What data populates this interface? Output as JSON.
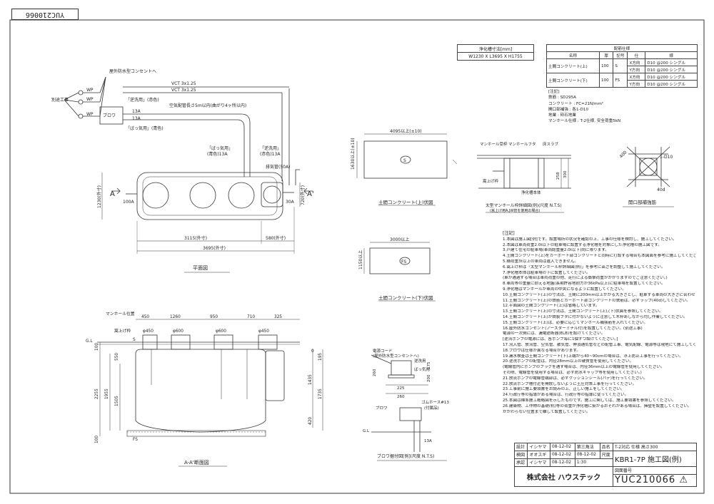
{
  "drawing_code": "YUC210066",
  "dimension_table": {
    "header": "浄化槽寸法[mm]",
    "value": "W1230 X L3695 X H1755"
  },
  "spec_table": {
    "title": "配筋仕様",
    "headers": [
      "名称",
      "厚",
      "記号",
      "仕",
      "様"
    ],
    "rows": [
      {
        "name": "土間コンクリート(上)",
        "thickness": "100",
        "mark": "S",
        "x": "X方向",
        "xv": "D10 @200 シングル",
        "y": "Y方向",
        "yv": "D10 @200 シングル"
      },
      {
        "name": "土間コンクリート(下)",
        "thickness": "100",
        "mark": "FS",
        "x": "X方向",
        "xv": "D10 @200 シングル",
        "y": "Y方向",
        "yv": "D10 @200 シングル"
      }
    ],
    "notes_title": "[注記]",
    "notes": [
      "鉄筋 : SD295A",
      "コンクリート : FC=21N/mm²",
      "開口部補強 : 各1-D10",
      "地業 : 砕石地業",
      "マンホール仕様 : T-2仕様, 安全荷重5kN"
    ]
  },
  "plan_view": {
    "title": "平面図",
    "labels": {
      "outdoor_outlet": "屋外防水型コンセントへ",
      "power_work": "別途工事",
      "wp1": "WP",
      "wp2": "WP",
      "wp3": "WP",
      "vct1": "VCT 3x1.25",
      "vct2": "VCT 3x1.25",
      "blower": "ブロワ",
      "return_pipe": "「逆洗用」(赤色)",
      "aeration_pipe": "「ばっ気用」(青色)",
      "air_pipe_note": "空気配管長さ5m以内(曲がり4ヶ所以内)",
      "a13_1": "13A",
      "a13_2": "13A",
      "aeration_tag": "「ばっ気用」",
      "aeration_tag2": "(青色)13A",
      "return_tag": "「逆洗用」",
      "return_tag2": "(赤色)13A",
      "vent": "排気管(50A)",
      "inlet": "100A",
      "outlet": "30A",
      "section_a": "A",
      "section_a2": "A'",
      "dim_1230": "1230(外寸)",
      "dim_720": "720(外寸)",
      "dim_3115": "3115(外寸)",
      "dim_580": "580(外寸)",
      "dim_3695": "3695(外寸)"
    }
  },
  "top_slab": {
    "title": "土間コンクリート(上)伏図",
    "width_label": "4095以上(±10)",
    "height_label": "1630以上(±10)",
    "mark": "S"
  },
  "bottom_slab": {
    "title": "土間コンクリート(下)伏図",
    "width_label": "3000以上",
    "height_label": "1150以上",
    "mark": "FS"
  },
  "manhole_detail": {
    "title": "太型マンホール枠詳細図(例)(尺度 N.T.S)",
    "subtitle": "(嵩上げ用A,JW管を使用の場合)",
    "labels": {
      "frame": "マンホール受枠",
      "cover": "マンホールフタ",
      "slope": "床スラブ",
      "raise": "嵩上げ枠",
      "water": "浄化槽本体"
    },
    "dim_258": "258",
    "dim_300": "300"
  },
  "opening_detail": {
    "title": "開口部補強筋",
    "d10": "1-D10",
    "len": "400",
    "cover": "40d"
  },
  "section_view": {
    "title": "A-A'断面図",
    "labels": {
      "manhole_pos": "マンホール位置",
      "raise_frame": "嵩上げ枠",
      "gl": "G.L",
      "fs": "FS",
      "d450a": "φ450",
      "d600a": "φ600",
      "d600b": "φ600",
      "d450b": "φ450",
      "s": "S",
      "w450": "450",
      "w1260": "1260",
      "w950": "950",
      "w710": "710",
      "w325": "325",
      "h2255": "2255",
      "h1955": "1955",
      "h1505": "1505",
      "h550": "550",
      "h100a": "100",
      "h100b": "100",
      "h1435": "1435",
      "h1735": "1735",
      "h420": "420",
      "h195": "195",
      "h0": "0"
    }
  },
  "blower_detail": {
    "title": "ブロワ据付図[例](尺度 N.T.S)",
    "labels": {
      "power_cord": "電源コード",
      "outlet": "(屋外防水型コンセントへ)",
      "return": "逆洗用",
      "aeration": "ばっ気用",
      "blower": "ブロワ",
      "hose": "ゴムホース#13",
      "attached": "(付属品)",
      "gl": "G.L",
      "a13": "13A",
      "d225": "225",
      "d260a": "260",
      "d260b": "260",
      "d175": "175",
      "d200": "200"
    }
  },
  "notes": {
    "title": "[注記]",
    "items": [
      "1.本図は施工図[例]です。設置場所の状況を確認の上、工事の仕様を検討し、施工してください。",
      "2.本図は車両荷重2.0t以下の駐車場に設置する浄化槽を対象にした浄化槽の施工図です。",
      "3.戸建て住宅の駐車場(車両総重量2.0t以下)向に限ります。",
      "4.土間コンクリート(上)をカーポート部コンクリートと同時に打設する場合も本図面を参考に施工してください。",
      "5.横荷重3t以上の車両は進入できません。",
      "6.嵩上げ枠は「太型マンホール枠詳細図(例)」を参考に高さを調整して施工してください。",
      "7.浄化槽本体は駐車場の下に設置してください。",
      "  (車が通過する場合は車両荷重の他、走行による衝撃荷重がかかりますのでご注意ください。)",
      "8.車両等の重量に耐える地盤(長期許容地耐力が36kPa以上)に駐車場を設置してください。",
      "9.浄化槽はマンホールが車両の中央になるように設置してください。",
      "10.土間コンクリート(上)の寸法は、土間に200mm以上かかる大きさとし、駐車する車両の大きさに合わせて検討してください。",
      "11.土間コンクリート(上)の鉄筋とカーポート部コンクリートの鉄筋は、必ずラップ(40d)してください。",
      "12.平面図の土間コンクリート(上)は省略しています。",
      "13.土間コンクリート(上)の寸法は、土間コンクリート(上),(下)伏図を参照してください。",
      "14.土間コンクリート(上)が鉄製フタに付かないように注意して木枠あしながら均し作業してください。",
      "15.土間コンクリート(上)は、必要に応じてマンホール補強筋を入れてください。",
      "16.屋外防水コンセント(アースターミナル付)を設置してください。(別途工事)",
      "  電源の一次側には、漏電遮断器(ELB)を設けてください。",
      "  [逆流ポンプの電源には、各ポンプ毎に1個ずつ設けてください。]",
      "17.流入管、放流管、空気管、散気管、伸頂通気管などの配管工事、電気配線、電源等は現地にて施工してください。",
      "18.ブロワは仕様が異なる場合があります。",
      "19.漏水検査は土間コンクリート(下)上端から40~90cmの場合は、浮上防止工事を行ってください。",
      "20.逆洗ポンプの配管は、内径28mm以上の硬質管を使用してください。",
      "  (電線管内にポンプのプラグを通す場合は、内径36mm以上の電線管を使用してください。",
      "  その際、電線管を使用する場合は、必ず防水キャップ等を使用してください。)",
      "21.放流ポンプの電線管端部は、必ずクッションシール(パテ)を行ってください。",
      "22.放流ポンプ槽付近を開放しないように土圧対策工事を行ってください。",
      "23.工事前に施工要領書をお読みの上、正しい施工をしてください。",
      "24.行政庁等の指導がある場合は、行政庁等の指導に従ってください。",
      "25.本図は標準施工概略図を示したものです。施工に関しては、施工要領書を参照してください。",
      "26.建築物、工作物の基礎(杭)等の荷重が浄化槽に掛かるおそれがある場合は、擁壁を設置してください。",
      "  かかわらない位置まで離して設置してください。"
    ]
  },
  "title_block": {
    "rows": [
      {
        "role": "設計",
        "name": "イシヤマ",
        "date": "08-12-02"
      },
      {
        "role": "検図",
        "name": "オオスギ",
        "date": "08-12-02"
      },
      {
        "role": "承認",
        "name": "イシヤマ",
        "date": "08-12-02"
      }
    ],
    "angle": "第三角法",
    "scale_label": "尺度",
    "scale": "1:30",
    "rev_date": "08-12-02",
    "item_label": "品名",
    "product_note": "T-2対応 仕様 高さ300",
    "product_name": "KBR1-7P",
    "drawing_name": "施工図(例)",
    "drawing_no_label": "図面番号",
    "drawing_no": "YUC210066",
    "company": "株式会社 ハウステック",
    "warning_symbol": "⚠"
  }
}
